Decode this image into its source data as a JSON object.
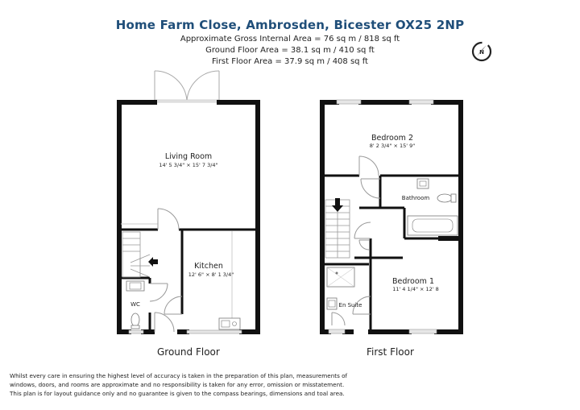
{
  "header": {
    "title": "Home Farm Close, Ambrosden, Bicester OX25 2NP",
    "gross_area": "Approximate Gross Internal Area = 76 sq m / 818 sq ft",
    "ground_area": "Ground Floor Area = 38.1 sq m / 410 sq ft",
    "first_area": "First Floor Area = 37.9 sq m / 408 sq ft"
  },
  "compass": {
    "icon": "compass-icon",
    "letter": "N"
  },
  "ground_floor": {
    "label": "Ground Floor",
    "rooms": {
      "living_room": {
        "name": "Living Room",
        "dims": "14' 5 3/4\" × 15' 7 3/4\""
      },
      "kitchen": {
        "name": "Kitchen",
        "dims": "12' 6\" × 8' 1 3/4\""
      },
      "wc": {
        "name": "WC"
      }
    }
  },
  "first_floor": {
    "label": "First Floor",
    "rooms": {
      "bedroom2": {
        "name": "Bedroom 2",
        "dims": "8' 2 3/4\" × 15' 9\""
      },
      "bathroom": {
        "name": "Bathroom"
      },
      "bedroom1": {
        "name": "Bedroom 1",
        "dims": "11' 4 1/4\" × 12' 8"
      },
      "en_suite": {
        "name": "En Suite"
      }
    }
  },
  "disclaimer": {
    "line1": "Whilst every care in ensuring the highest level of accuracy is taken in the preparation of this plan, measurements of",
    "line2": "windows, doors, and rooms are approximate and no responsibility is taken for any error, omission or misstatement.",
    "line3": "This plan is for layout guidance only and no guarantee is given to the compass bearings, dimensions and toal area."
  }
}
